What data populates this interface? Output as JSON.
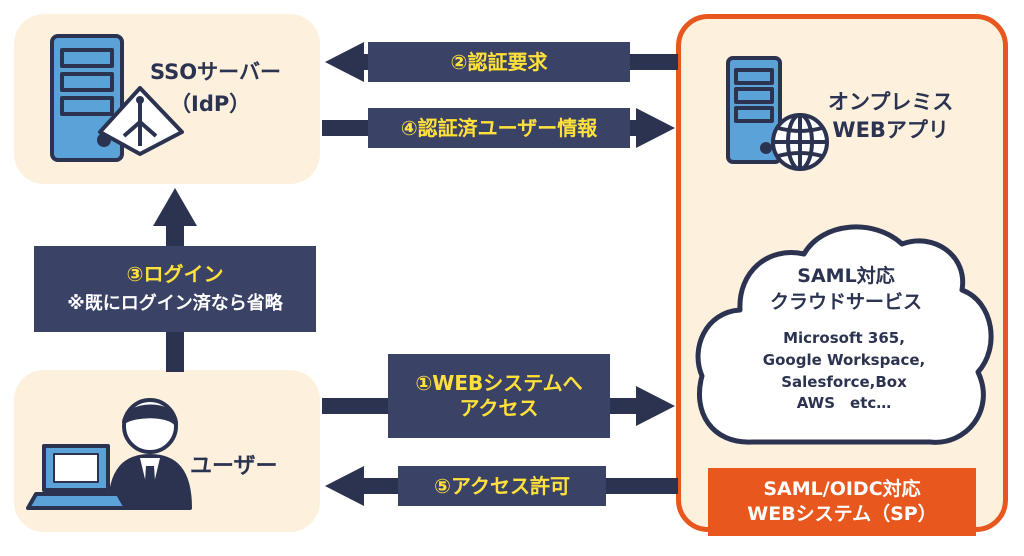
{
  "sso_server": {
    "name": "SSOサーバー",
    "sub": "（IdP）"
  },
  "user": {
    "name": "ユーザー"
  },
  "onprem_app": {
    "line1": "オンプレミス",
    "line2": "WEBアプリ"
  },
  "cloud": {
    "title1": "SAML対応",
    "title2": "クラウドサービス",
    "services": [
      "Microsoft 365,",
      "Google Workspace,",
      "Salesforce,Box",
      "AWS　etc…"
    ]
  },
  "sp": {
    "line1": "SAML/OIDC対応",
    "line2": "WEBシステム（SP）"
  },
  "steps": {
    "s1_line1": "①WEBシステムへ",
    "s1_line2": "アクセス",
    "s2": "②認証要求",
    "s3": "③ログイン",
    "s3_note": "※既にログイン済なら省略",
    "s4": "④認証済ユーザー情報",
    "s5": "⑤アクセス許可"
  },
  "colors": {
    "navy": "#2b3350",
    "label_bg": "#3a4266",
    "accent_yellow": "#ffe13a",
    "sp_orange": "#e8581e",
    "panel_bg": "#fdf1de",
    "icon_blue": "#5aa2d8"
  }
}
